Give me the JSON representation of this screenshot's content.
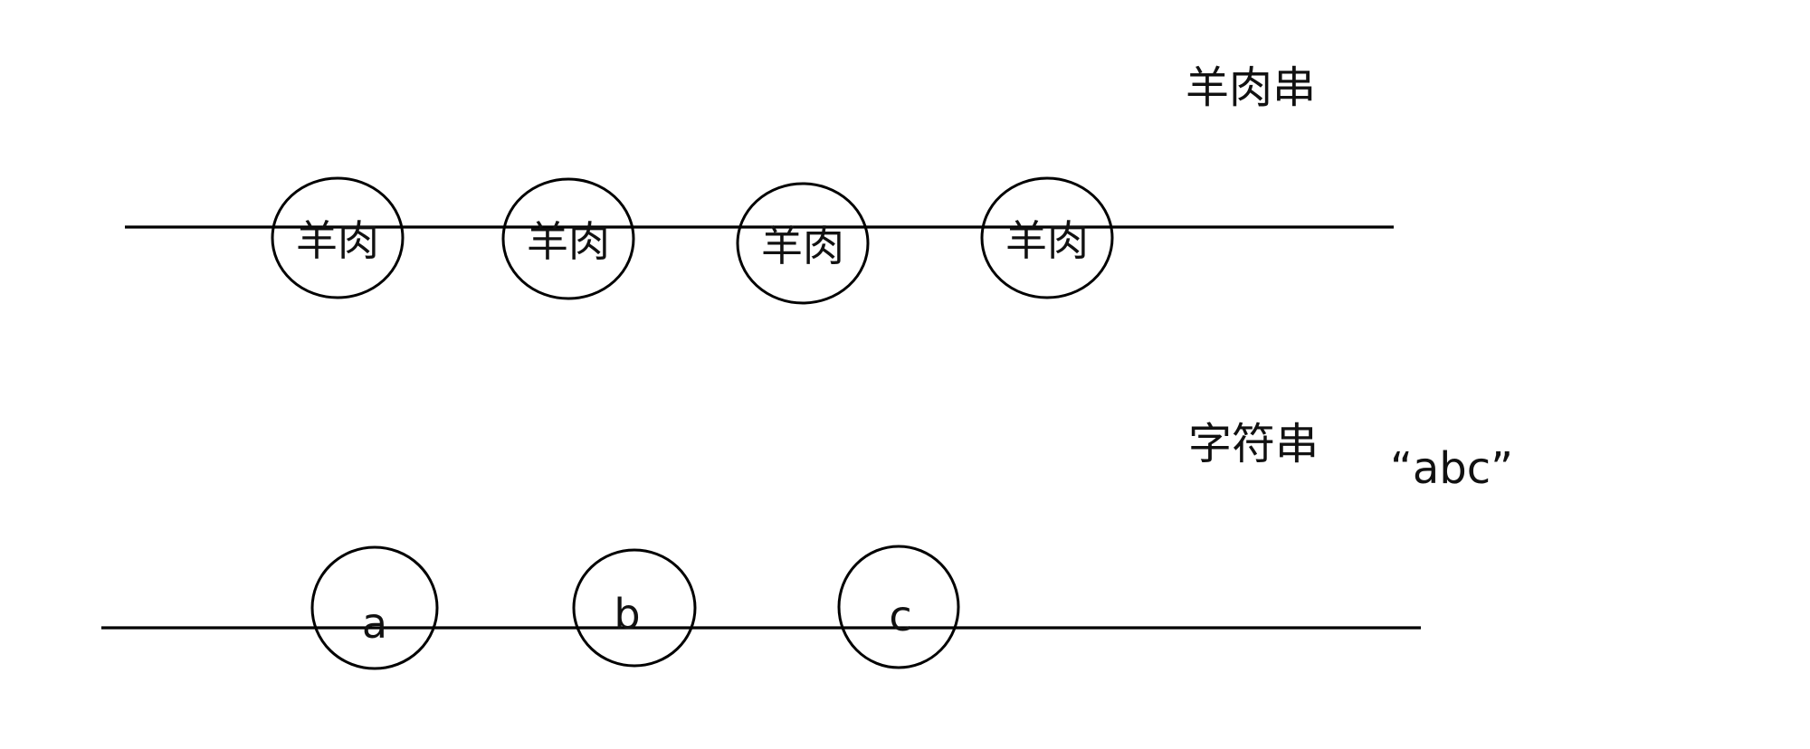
{
  "top": {
    "title": "羊肉串",
    "beads": [
      "羊肉",
      "羊肉",
      "羊肉",
      "羊肉"
    ]
  },
  "bottom": {
    "title": "字符串",
    "literal": "“abc”",
    "beads": [
      "a",
      "b",
      "c"
    ]
  },
  "colors": {
    "ink": "#000000",
    "background": "#ffffff"
  }
}
